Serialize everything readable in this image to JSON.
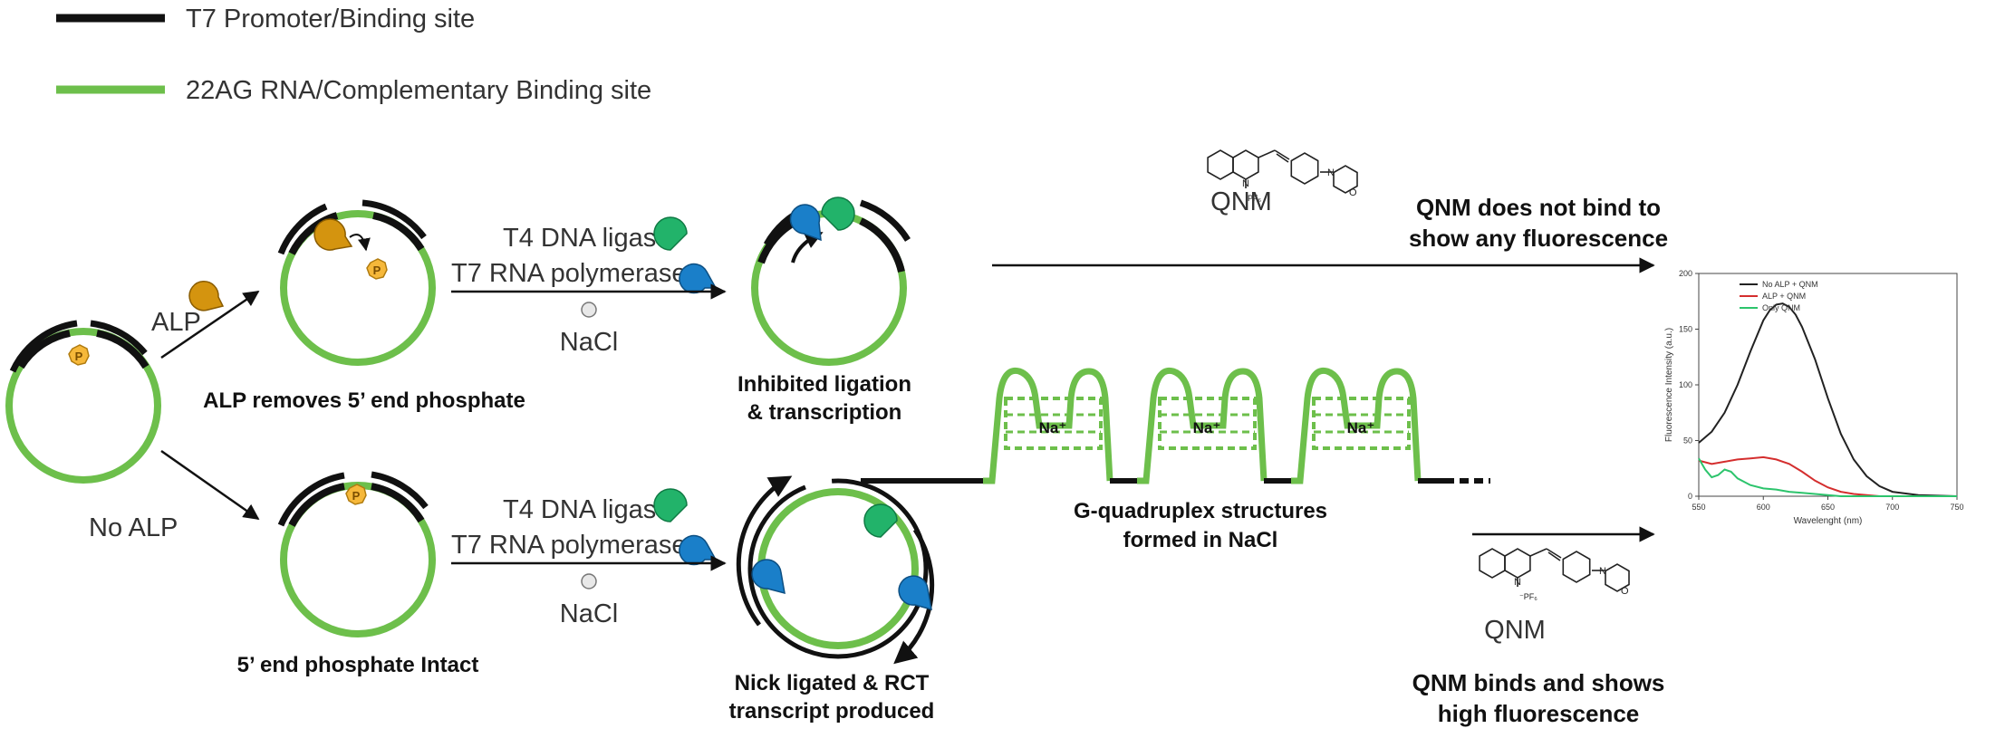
{
  "legend": {
    "t7": "T7 Promoter/Binding site",
    "rna": "22AG RNA/Complementary Binding site"
  },
  "phosphate": "P",
  "branch_alp": "ALP",
  "branch_no_alp": "No ALP",
  "caption_alp_removes": "ALP removes 5’ end phosphate",
  "caption_intact": "5’ end phosphate Intact",
  "reagents_top": {
    "ligase": "T4 DNA ligase",
    "polymerase": "T7 RNA polymerase",
    "salt": "NaCl"
  },
  "reagents_bottom": {
    "ligase": "T4 DNA ligase",
    "polymerase": "T7 RNA polymerase",
    "salt": "NaCl"
  },
  "inhibited": [
    "Inhibited ligation",
    "& transcription"
  ],
  "nick": [
    "Nick ligated & RCT",
    "transcript produced"
  ],
  "gq": [
    "G-quadruplex structures",
    "formed in NaCl"
  ],
  "ion": "Na⁺",
  "qnm_top": {
    "name": "QNM",
    "counterion": "PF₆",
    "methyl": "N",
    "morpholine_o": "O",
    "morpholine_n": "N",
    "result": [
      "QNM does not bind to",
      "show any fluorescence"
    ]
  },
  "qnm_bottom": {
    "name": "QNM",
    "counterion": "⁻PF₆",
    "methyl": "N",
    "morpholine_o": "O",
    "morpholine_n": "N",
    "result": [
      "QNM binds and shows",
      "high fluorescence"
    ]
  },
  "colors": {
    "t7": "#111111",
    "rna": "#6dbf4b",
    "alp": "#d4940f",
    "ligase": "#22b36a",
    "polymerase": "#1a7fc9",
    "salt": "#e8e8e8",
    "phosphate": "#f6b83a"
  },
  "chart_data": {
    "type": "line",
    "xlabel": "Wavelenght (nm)",
    "ylabel": "Fluorescence Intensity (a.u.)",
    "xlim": [
      550,
      750
    ],
    "ylim": [
      0,
      200
    ],
    "xticks": [
      550,
      600,
      650,
      700,
      750
    ],
    "yticks": [
      0,
      50,
      100,
      150,
      200
    ],
    "legend_position": "top-left",
    "series": [
      {
        "name": "No ALP + QNM",
        "color": "#222222",
        "x": [
          550,
          560,
          570,
          580,
          590,
          600,
          605,
          610,
          615,
          620,
          625,
          630,
          640,
          650,
          660,
          670,
          680,
          690,
          700,
          720,
          750
        ],
        "y": [
          48,
          58,
          75,
          100,
          130,
          158,
          167,
          172,
          173,
          170,
          163,
          152,
          123,
          88,
          56,
          33,
          18,
          9,
          4,
          1,
          0
        ]
      },
      {
        "name": "ALP + QNM",
        "color": "#d42e2e",
        "x": [
          550,
          560,
          570,
          580,
          590,
          600,
          610,
          620,
          630,
          640,
          650,
          660,
          670,
          680,
          690,
          700,
          720,
          750
        ],
        "y": [
          32,
          29,
          31,
          33,
          34,
          35,
          33,
          29,
          22,
          14,
          8,
          4,
          2,
          1,
          0,
          0,
          0,
          0
        ]
      },
      {
        "name": "Only QNM",
        "color": "#2cc46c",
        "x": [
          550,
          555,
          560,
          565,
          570,
          575,
          580,
          590,
          600,
          610,
          620,
          630,
          640,
          650,
          660,
          670,
          700,
          750
        ],
        "y": [
          34,
          24,
          17,
          19,
          24,
          22,
          16,
          10,
          7,
          6,
          4,
          3,
          2,
          1,
          0,
          0,
          0,
          0
        ]
      }
    ]
  }
}
